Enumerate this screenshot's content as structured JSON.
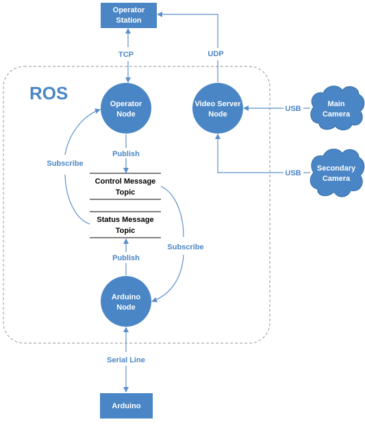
{
  "ros_label": "ROS",
  "boxes": {
    "operator_station": [
      "Operator",
      "Station"
    ],
    "arduino": "Arduino"
  },
  "nodes": {
    "operator": [
      "Operator",
      "Node"
    ],
    "video_server": [
      "Video Server",
      "Node"
    ],
    "arduino": [
      "Arduino",
      "Node"
    ]
  },
  "cameras": {
    "main": [
      "Main",
      "Camera"
    ],
    "secondary": [
      "Secondary",
      "Camera"
    ]
  },
  "topics": {
    "control": [
      "Control Message",
      "Topic"
    ],
    "status": [
      "Status Message",
      "Topic"
    ]
  },
  "edge_labels": {
    "tcp": "TCP",
    "udp": "UDP",
    "usb_main": "USB",
    "usb_secondary": "USB",
    "publish_control": "Publish",
    "publish_status": "Publish",
    "subscribe_status": "Subscribe",
    "subscribe_control": "Subscribe",
    "serial_line": "Serial Line"
  },
  "colors": {
    "fill": "#4a86c5",
    "line": "#5b8fcb",
    "ros_border": "#a6a6a6",
    "cloud_fill": "#4a86c5",
    "cloud_stroke": "#2f6aa6"
  }
}
